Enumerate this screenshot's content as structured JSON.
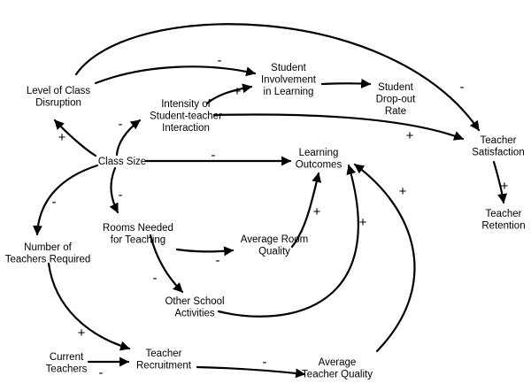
{
  "nodes": {
    "class_disruption": [
      "Level of Class",
      "Disruption"
    ],
    "student_involvement": [
      "Student",
      "Involvement",
      "in Learning"
    ],
    "dropout_rate": [
      "Student",
      "Drop-out",
      "Rate"
    ],
    "intensity_interaction": [
      "Intensity of",
      "Student-teacher",
      "Interaction"
    ],
    "teacher_satisfaction": [
      "Teacher",
      "Satisfaction"
    ],
    "teacher_retention": [
      "Teacher",
      "Retention"
    ],
    "class_size": [
      "Class Size"
    ],
    "learning_outcomes": [
      "Learning",
      "Outcomes"
    ],
    "rooms_needed": [
      "Rooms Needed",
      "for Teaching"
    ],
    "average_room_quality": [
      "Average Room",
      "Quality"
    ],
    "teachers_required": [
      "Number of",
      "Teachers Required"
    ],
    "other_activities": [
      "Other School",
      "Activities"
    ],
    "current_teachers": [
      "Current",
      "Teachers"
    ],
    "teacher_recruitment": [
      "Teacher",
      "Recruitment"
    ],
    "average_teacher_quality": [
      "Average",
      "Teacher Quality"
    ]
  },
  "links": [
    {
      "id": "disruption-to-satisfaction",
      "sign": "-"
    },
    {
      "id": "disruption-to-involvement",
      "sign": "-"
    },
    {
      "id": "intensity-to-involvement",
      "sign": "+"
    },
    {
      "id": "involvement-to-dropout",
      "sign": "-"
    },
    {
      "id": "intensity-to-satisfaction",
      "sign": "+"
    },
    {
      "id": "satisfaction-to-retention",
      "sign": "+"
    },
    {
      "id": "classsize-to-disruption",
      "sign": "+"
    },
    {
      "id": "classsize-to-intensity",
      "sign": "-"
    },
    {
      "id": "classsize-to-outcomes",
      "sign": "-"
    },
    {
      "id": "classsize-to-teachers-required",
      "sign": "-"
    },
    {
      "id": "classsize-to-rooms",
      "sign": "-"
    },
    {
      "id": "rooms-to-room-quality",
      "sign": "-"
    },
    {
      "id": "roomquality-to-outcomes",
      "sign": "+"
    },
    {
      "id": "rooms-to-other-activities",
      "sign": "-"
    },
    {
      "id": "activities-to-outcomes",
      "sign": "+"
    },
    {
      "id": "teachers-required-to-recruitment",
      "sign": "+"
    },
    {
      "id": "current-teachers-to-recruitment",
      "sign": "-"
    },
    {
      "id": "recruitment-to-teacher-quality",
      "sign": "-"
    },
    {
      "id": "teacherquality-to-outcomes",
      "sign": "+"
    }
  ]
}
